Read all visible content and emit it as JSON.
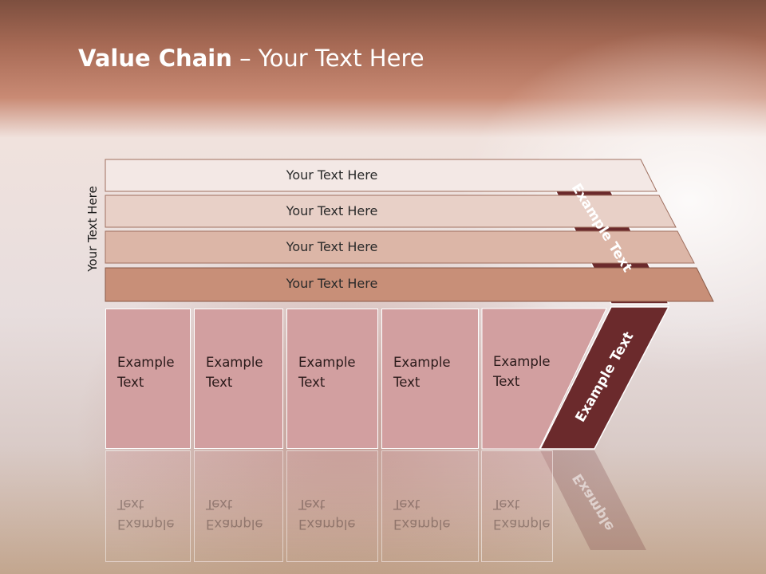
{
  "slide": {
    "title_bold": "Value Chain",
    "title_rest": " – Your Text Here",
    "side_label": "Your Text Here"
  },
  "rows": [
    {
      "label": "Your Text Here",
      "color": "#f3e8e5"
    },
    {
      "label": "Your Text Here",
      "color": "#e8d0c7"
    },
    {
      "label": "Your Text Here",
      "color": "#dcb6a7"
    },
    {
      "label": "Your Text Here",
      "color": "#c88f78"
    }
  ],
  "boxes": [
    {
      "label": "Example\nText"
    },
    {
      "label": "Example\nText"
    },
    {
      "label": "Example\nText"
    },
    {
      "label": "Example\nText"
    },
    {
      "label": "Example\nText"
    }
  ],
  "chevron": {
    "top_label": "Example Text",
    "bottom_label": "Example Text",
    "reflection_label": "Example",
    "color": "#6b2a2c"
  },
  "colors": {
    "header_band": "#a86a52",
    "box_fill": "#d29fa0"
  }
}
